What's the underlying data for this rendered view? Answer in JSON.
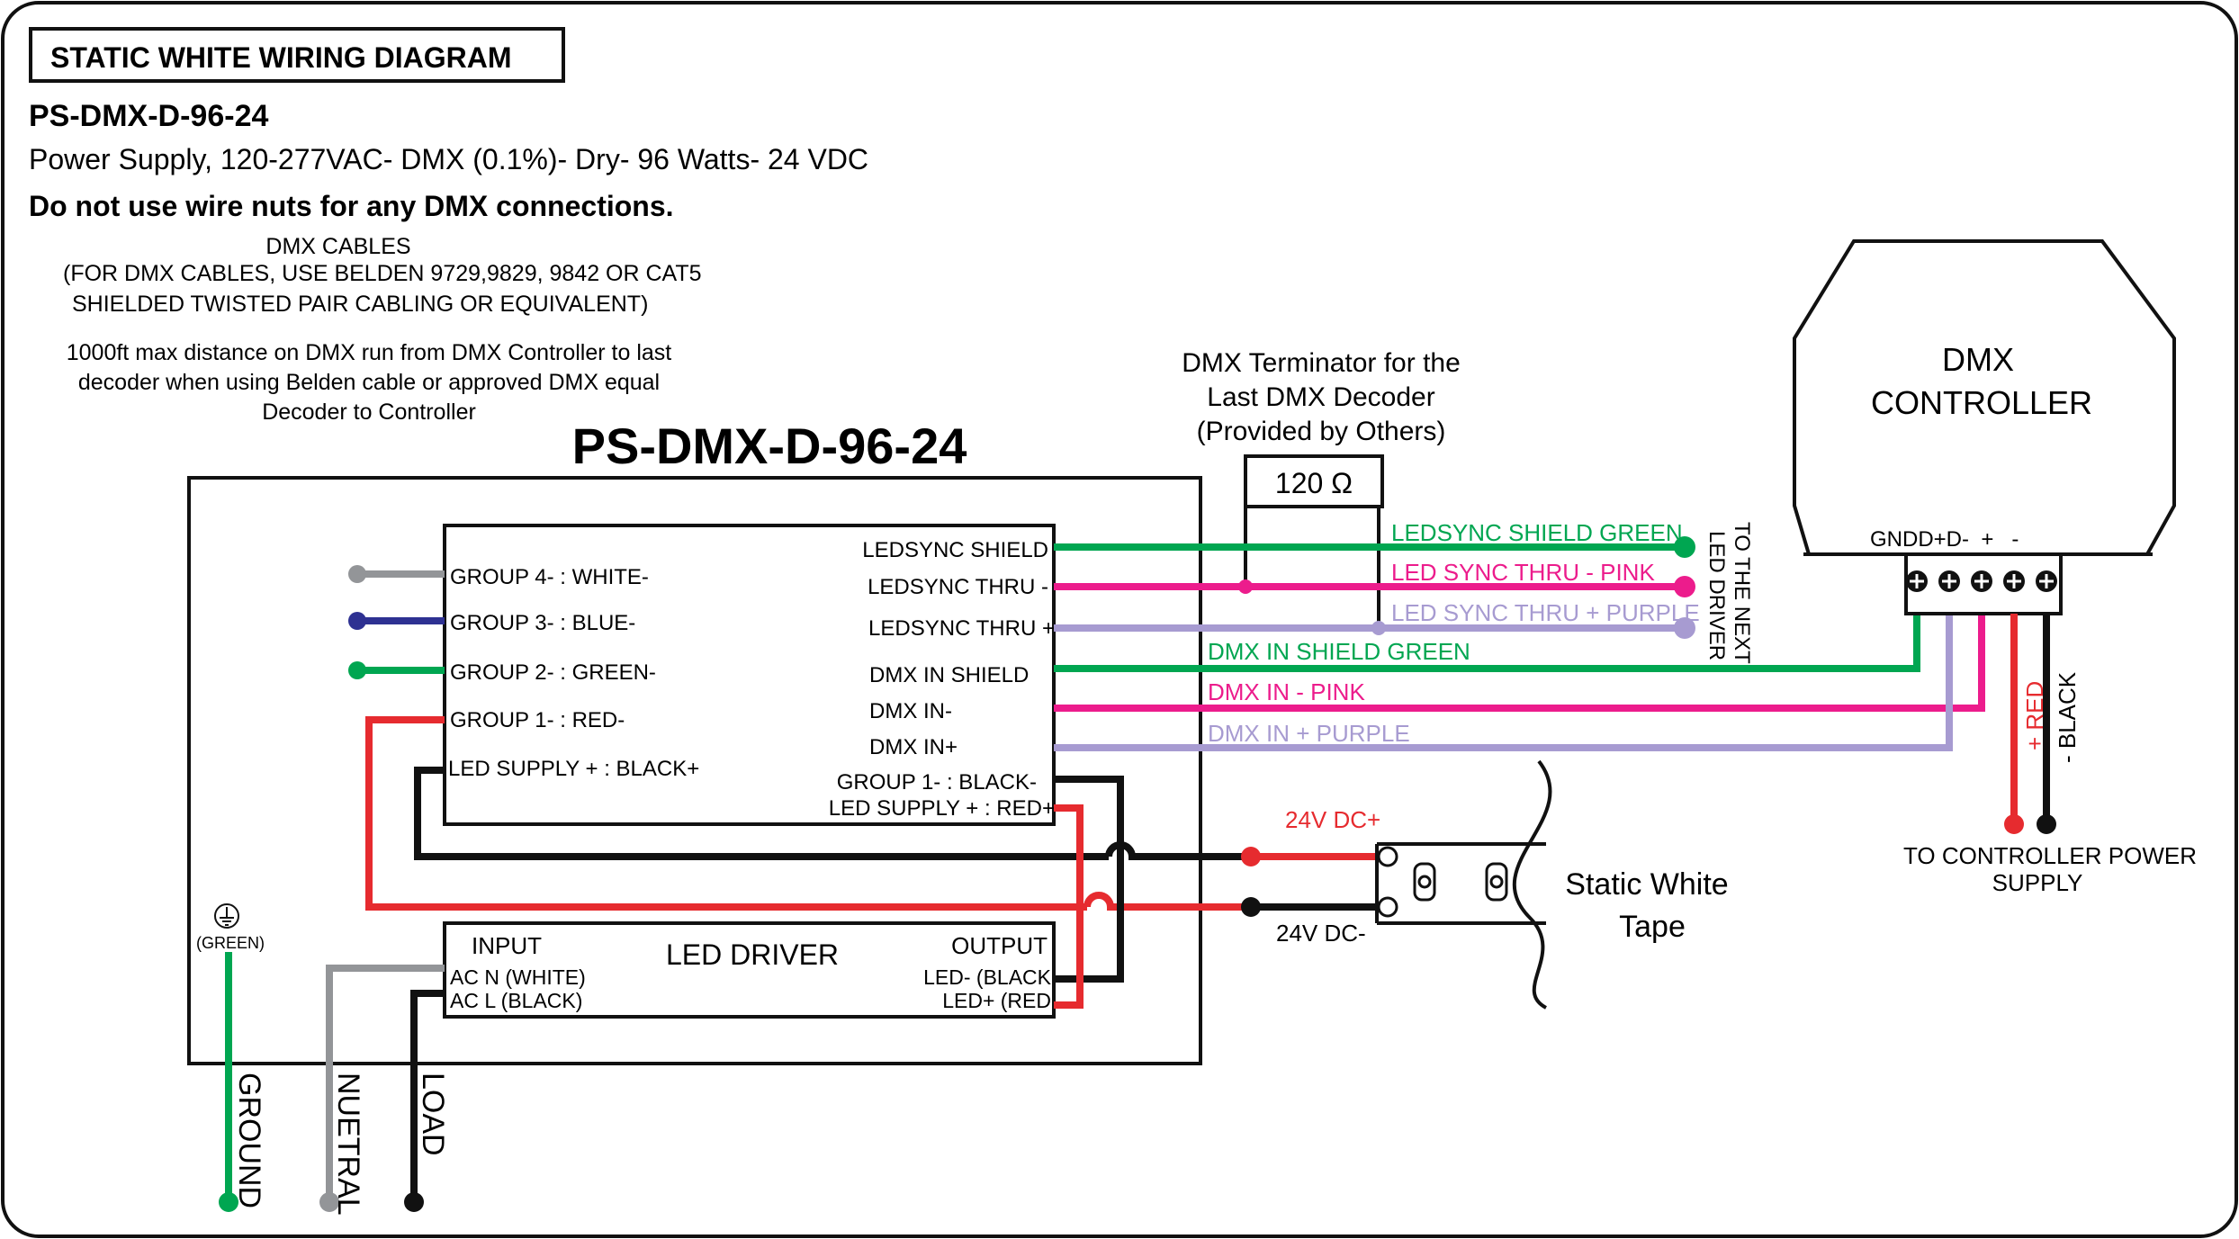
{
  "header": {
    "title": "STATIC WHITE WIRING DIAGRAM",
    "model": "PS-DMX-D-96-24",
    "description": "Power Supply, 120-277VAC- DMX (0.1%)- Dry- 96 Watts- 24 VDC",
    "warning": "Do not use wire nuts for any DMX connections."
  },
  "notes": {
    "cables_line1": "DMX CABLES",
    "cables_line2": "(FOR DMX CABLES, USE BELDEN 9729,9829, 9842 OR CAT5",
    "cables_line3": "SHIELDED TWISTED PAIR CABLING OR EQUIVALENT)",
    "distance_line1": "1000ft max distance on DMX run from DMX Controller to last",
    "distance_line2": "decoder when using Belden cable or approved DMX equal",
    "distance_line3": "Decoder to Controller"
  },
  "unit": {
    "title": "PS-DMX-D-96-24",
    "decoder_left": {
      "g4": "GROUP 4- : WHITE-",
      "g3": "GROUP 3- : BLUE-",
      "g2": "GROUP 2- : GREEN-",
      "g1": "GROUP 1- : RED-",
      "supply": "LED SUPPLY + : BLACK+"
    },
    "decoder_right": {
      "sync_shield": "LEDSYNC SHIELD",
      "sync_thru_minus": "LEDSYNC THRU -",
      "sync_thru_plus": "LEDSYNC THRU +",
      "dmx_shield": "DMX IN SHIELD",
      "dmx_minus": "DMX IN-",
      "dmx_plus": "DMX IN+",
      "g1_black": "GROUP 1- : BLACK-",
      "supply_red": "LED SUPPLY + : RED+"
    },
    "driver": {
      "title": "LED DRIVER",
      "input": "INPUT",
      "ac_n": "AC N (WHITE)",
      "ac_l": "AC L (BLACK)",
      "output": "OUTPUT",
      "led_minus": "LED- (BLACK",
      "led_plus": "LED+ (RED"
    },
    "ground_label": "(GREEN)"
  },
  "mains": {
    "ground": "GROUND",
    "neutral": "NUETRAL",
    "load": "LOAD"
  },
  "terminator": {
    "line1": "DMX Terminator for the",
    "line2": "Last DMX Decoder",
    "line3": "(Provided by Others)",
    "value": "120 Ω"
  },
  "wires": {
    "sync_shield": "LEDSYNC SHIELD GREEN",
    "sync_pink": "LED SYNC THRU - PINK",
    "sync_purple": "LED SYNC THRU + PURPLE",
    "next_driver_1": "TO THE NEXT",
    "next_driver_2": "LED DRIVER",
    "dmx_shield": "DMX IN SHIELD GREEN",
    "dmx_pink": "DMX IN - PINK",
    "dmx_purple": "DMX IN + PURPLE"
  },
  "tape": {
    "plus": "24V DC+",
    "minus": "24V DC-",
    "line1": "Static White",
    "line2": "Tape"
  },
  "controller": {
    "line1": "DMX",
    "line2": "CONTROLLER",
    "terminals": "GNDD+D-  +   -",
    "red_label": "+ RED",
    "black_label": "- BLACK",
    "supply_1": "TO CONTROLLER POWER",
    "supply_2": "SUPPLY"
  },
  "colors": {
    "green": "#00a651",
    "pink": "#ec1c8c",
    "purple": "#a79bd1",
    "red": "#e62b2f",
    "black": "#111111",
    "gray": "#939598",
    "blue": "#2e3192"
  }
}
